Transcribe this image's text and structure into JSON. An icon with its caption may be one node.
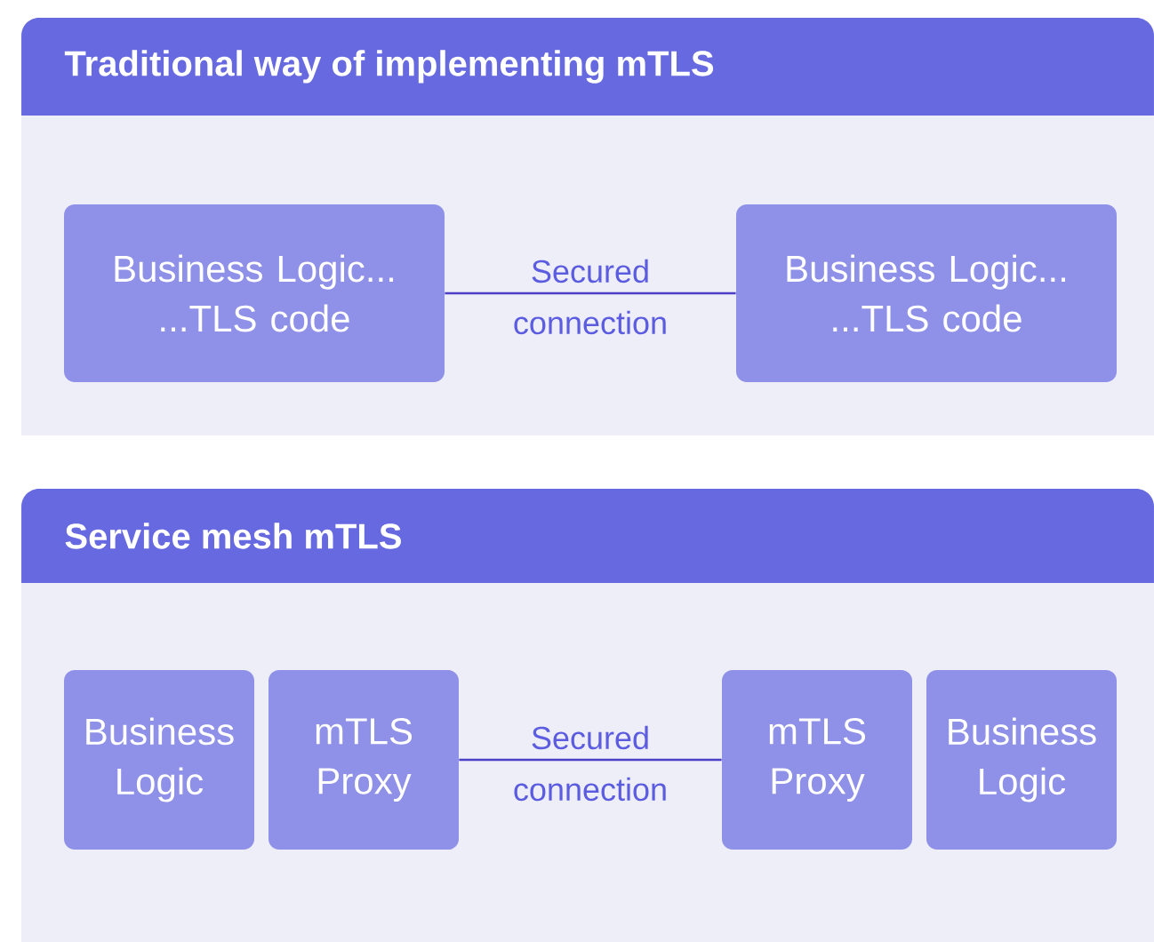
{
  "diagram": {
    "nodes": [
      {
        "text": [
          "Traditional way of implementing mTLS"
        ]
      },
      {
        "text": [
          "Business Logic... ...TLS code"
        ],
        "in": 0
      },
      {
        "text": [
          "Business Logic... ...TLS code"
        ],
        "in": 0
      },
      {
        "text": [
          "Service mesh mTLS"
        ]
      },
      {
        "text": [
          "Business Logic"
        ],
        "in": 3
      },
      {
        "text": [
          "mTLS Proxy"
        ],
        "in": 3
      },
      {
        "text": [
          "mTLS Proxy"
        ],
        "in": 3
      },
      {
        "text": [
          "Business Logic"
        ],
        "in": 3
      }
    ],
    "edges": [
      {
        "from": 1,
        "to": 2,
        "arrow": "none",
        "label": "Secured connection"
      },
      {
        "from": 5,
        "to": 6,
        "arrow": "none",
        "label": "Secured connection"
      }
    ]
  }
}
